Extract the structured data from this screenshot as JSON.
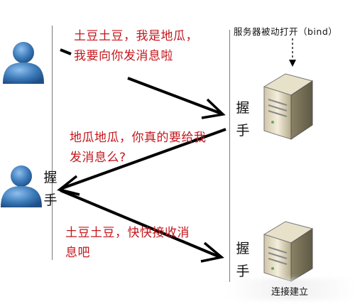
{
  "server_label": "服务器被动打开（bind）",
  "messages": {
    "first": "土豆土豆，我是地瓜，\n我要向你发消息啦",
    "second": "地瓜地瓜，你真的要给我\n发消息么?",
    "third": "土豆土豆，快快接收消\n息吧"
  },
  "handshake": {
    "one": "握\n手",
    "two": "握\n手",
    "three": "握\n手"
  },
  "established_label": "连接建立",
  "colors": {
    "message_text": "#c4161c",
    "person_blue": "#3a79b8",
    "arrow": "#000000"
  },
  "icons": [
    "user-icon",
    "server-icon",
    "arrow-icon"
  ]
}
